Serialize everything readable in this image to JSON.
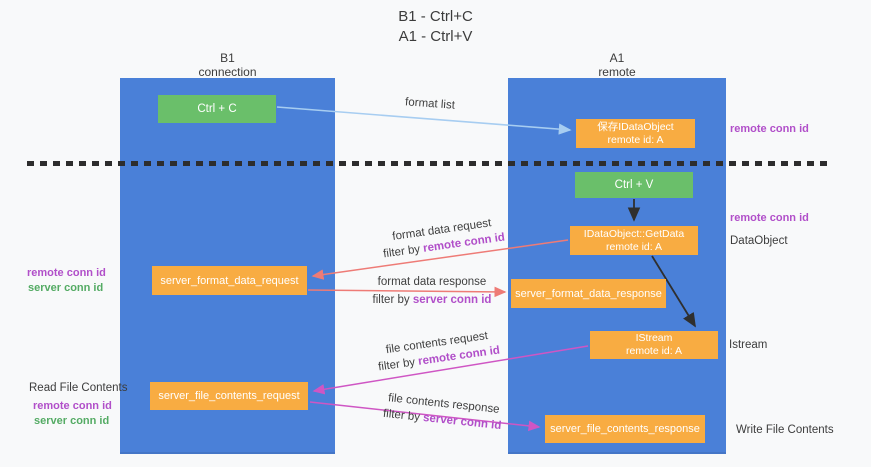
{
  "title": {
    "line1": "B1 - Ctrl+C",
    "line2": "A1 - Ctrl+V"
  },
  "lanes": {
    "left": {
      "name": "B1",
      "subtitle": "connection"
    },
    "right": {
      "name": "A1",
      "subtitle": "remote"
    }
  },
  "nodes": {
    "ctrl_c": {
      "label": "Ctrl + C"
    },
    "ctrl_v": {
      "label": "Ctrl + V"
    },
    "save_idataobject": {
      "line1": "保存IDataObject",
      "line2": "remote id: A"
    },
    "idataobject_getdata": {
      "line1": "IDataObject::GetData",
      "line2": "remote id: A"
    },
    "istream": {
      "line1": "IStream",
      "line2": "remote id: A"
    },
    "server_format_data_request": {
      "label": "server_format_data_request"
    },
    "server_format_data_response": {
      "label": "server_format_data_response"
    },
    "server_file_contents_request": {
      "label": "server_file_contents_request"
    },
    "server_file_contents_response": {
      "label": "server_file_contents_response"
    }
  },
  "edge_labels": {
    "format_list": "format list",
    "format_data_request": {
      "line1": "format data request",
      "filter_prefix": "filter by ",
      "filter_key": "remote conn id"
    },
    "format_data_response": {
      "line1": "format data response",
      "filter_prefix": "filter by ",
      "filter_key": "server conn id"
    },
    "file_contents_request": {
      "line1": "file contents request",
      "filter_prefix": "filter by ",
      "filter_key": "remote conn id"
    },
    "file_contents_response": {
      "line1": "file contents response",
      "filter_prefix": "filter by ",
      "filter_key": "server conn id"
    }
  },
  "side_labels": {
    "right_remote_conn_top": "remote conn id",
    "right_remote_conn_mid": "remote conn id",
    "dataobject": "DataObject",
    "istream": "Istream",
    "write_file_contents": "Write File Contents",
    "left_remote_conn_top": "remote conn id",
    "left_server_conn_top": "server conn id",
    "read_file_contents": "Read File Contents",
    "left_remote_conn_bottom": "remote conn id",
    "left_server_conn_bottom": "server conn id"
  },
  "colors": {
    "background": "#f8f9fa",
    "lane_blue": "#4a80d8",
    "box_orange": "#f8ac42",
    "box_green": "#6abf6a",
    "conn_purple": "#b14fc9",
    "conn_green": "#54ab64",
    "arrow_blue": "#a7cdf1",
    "arrow_red": "#ee7b76",
    "arrow_magenta": "#cf56c4",
    "arrow_black": "#2f2f2f",
    "separator_dash": "#2d2d2d"
  }
}
